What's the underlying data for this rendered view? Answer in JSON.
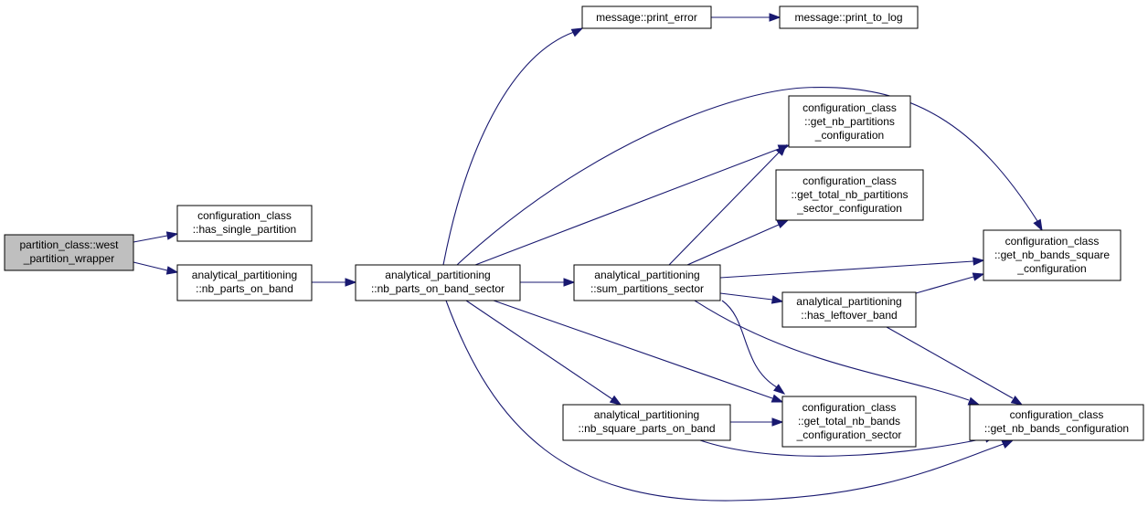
{
  "colors": {
    "edge": "#191970",
    "root_fill": "#bfbfbf",
    "node_fill": "#ffffff",
    "node_border": "#000000"
  },
  "nodes": [
    {
      "id": "west",
      "lines": [
        "partition_class::west",
        "_partition_wrapper"
      ]
    },
    {
      "id": "has_single",
      "lines": [
        "configuration_class",
        "::has_single_partition"
      ]
    },
    {
      "id": "nb_parts_on_band",
      "lines": [
        "analytical_partitioning",
        "::nb_parts_on_band"
      ]
    },
    {
      "id": "nb_parts_sector",
      "lines": [
        "analytical_partitioning",
        "::nb_parts_on_band_sector"
      ]
    },
    {
      "id": "print_error",
      "lines": [
        "message::print_error"
      ]
    },
    {
      "id": "print_to_log",
      "lines": [
        "message::print_to_log"
      ]
    },
    {
      "id": "get_nb_partitions",
      "lines": [
        "configuration_class",
        "::get_nb_partitions",
        "_configuration"
      ]
    },
    {
      "id": "get_total_nb_partitions",
      "lines": [
        "configuration_class",
        "::get_total_nb_partitions",
        "_sector_configuration"
      ]
    },
    {
      "id": "sum_partitions",
      "lines": [
        "analytical_partitioning",
        "::sum_partitions_sector"
      ]
    },
    {
      "id": "get_nb_bands_square",
      "lines": [
        "configuration_class",
        "::get_nb_bands_square",
        "_configuration"
      ]
    },
    {
      "id": "has_leftover",
      "lines": [
        "analytical_partitioning",
        "::has_leftover_band"
      ]
    },
    {
      "id": "nb_square_parts",
      "lines": [
        "analytical_partitioning",
        "::nb_square_parts_on_band"
      ]
    },
    {
      "id": "get_total_nb_bands",
      "lines": [
        "configuration_class",
        "::get_total_nb_bands",
        "_configuration_sector"
      ]
    },
    {
      "id": "get_nb_bands_conf",
      "lines": [
        "configuration_class",
        "::get_nb_bands_configuration"
      ]
    }
  ],
  "edges": [
    [
      "west",
      "has_single"
    ],
    [
      "west",
      "nb_parts_on_band"
    ],
    [
      "nb_parts_on_band",
      "nb_parts_sector"
    ],
    [
      "nb_parts_sector",
      "print_error"
    ],
    [
      "print_error",
      "print_to_log"
    ],
    [
      "nb_parts_sector",
      "get_nb_bands_square"
    ],
    [
      "nb_parts_sector",
      "get_nb_partitions"
    ],
    [
      "nb_parts_sector",
      "sum_partitions"
    ],
    [
      "nb_parts_sector",
      "nb_square_parts"
    ],
    [
      "nb_parts_sector",
      "get_total_nb_bands"
    ],
    [
      "nb_parts_sector",
      "get_nb_bands_conf"
    ],
    [
      "sum_partitions",
      "get_nb_partitions"
    ],
    [
      "sum_partitions",
      "get_total_nb_partitions"
    ],
    [
      "sum_partitions",
      "get_nb_bands_square"
    ],
    [
      "sum_partitions",
      "has_leftover"
    ],
    [
      "sum_partitions",
      "get_total_nb_bands"
    ],
    [
      "sum_partitions",
      "get_nb_bands_conf"
    ],
    [
      "has_leftover",
      "get_nb_bands_square"
    ],
    [
      "has_leftover",
      "get_nb_bands_conf"
    ],
    [
      "nb_square_parts",
      "get_total_nb_bands"
    ],
    [
      "nb_square_parts",
      "get_nb_bands_conf"
    ]
  ]
}
